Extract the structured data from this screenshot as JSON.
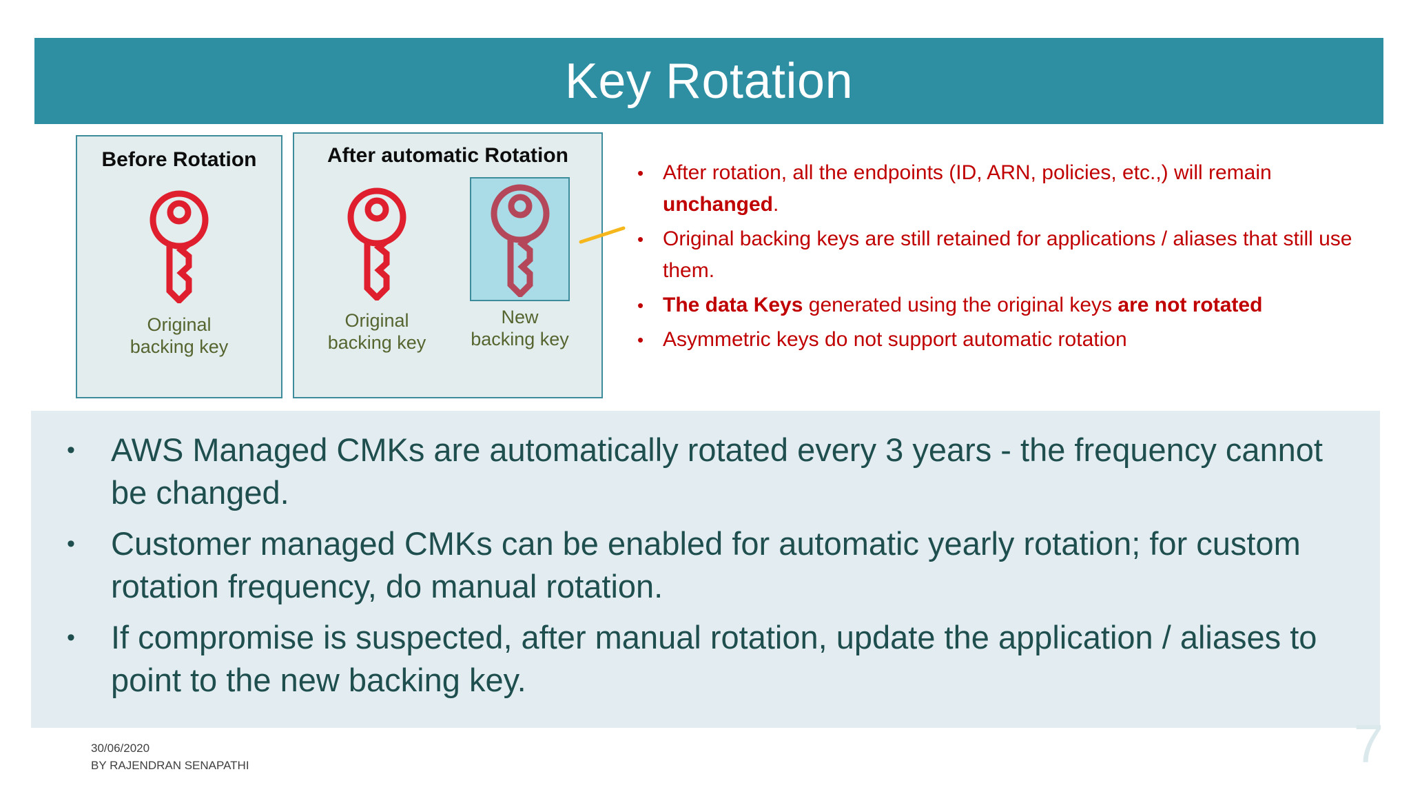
{
  "slide": {
    "title": "Key Rotation",
    "page_number": "7",
    "footer": {
      "date": "30/06/2020",
      "author": "BY RAJENDRAN SENAPATHI"
    },
    "colors": {
      "title_bar": "#2E8FA3",
      "panel_fill": "#E3EDEE",
      "panel_border": "#3C8C9B",
      "highlight_fill": "#A9DCE6",
      "key_red": "#E01F2E",
      "key_muted_red": "#B4485A",
      "caption_olive": "#56652F",
      "red_text": "#C00000",
      "bottom_panel_fill": "#E3EDF1",
      "bottom_text": "#1F4E4E",
      "connector_yellow": "#F5B71C",
      "page_number": "#DCE9EC"
    }
  },
  "diagram": {
    "panels": [
      {
        "heading": "Before Rotation",
        "keys": [
          {
            "caption_line1": "Original",
            "caption_line2": "backing key",
            "highlighted": false
          }
        ]
      },
      {
        "heading": "After automatic Rotation",
        "keys": [
          {
            "caption_line1": "Original",
            "caption_line2": "backing key",
            "highlighted": false
          },
          {
            "caption_line1": "New",
            "caption_line2": "backing key",
            "highlighted": true
          }
        ]
      }
    ]
  },
  "notes_red": {
    "bullet_glyph": "•",
    "items": [
      {
        "parts": [
          {
            "text": "After rotation, all the endpoints (ID, ARN, policies, etc.,) will remain ",
            "bold": false
          },
          {
            "text": "unchanged",
            "bold": true
          },
          {
            "text": ".",
            "bold": false
          }
        ]
      },
      {
        "parts": [
          {
            "text": "Original backing keys are still retained for applications / aliases that still use them.",
            "bold": false
          }
        ]
      },
      {
        "parts": [
          {
            "text": "The data Keys",
            "bold": true
          },
          {
            "text": " generated using the original keys ",
            "bold": false
          },
          {
            "text": "are not rotated",
            "bold": true
          }
        ]
      },
      {
        "parts": [
          {
            "text": "Asymmetric keys  do not support automatic rotation",
            "bold": false
          }
        ]
      }
    ]
  },
  "summary": {
    "bullet_glyph": "•",
    "items": [
      {
        "text": "AWS Managed CMKs are automatically rotated every 3 years  - the frequency cannot be changed."
      },
      {
        "text": "Customer managed CMKs can be enabled for automatic yearly rotation; for custom rotation frequency, do manual rotation."
      },
      {
        "text": "If compromise is suspected, after manual rotation, update the application / aliases to point to the new backing key."
      }
    ]
  }
}
